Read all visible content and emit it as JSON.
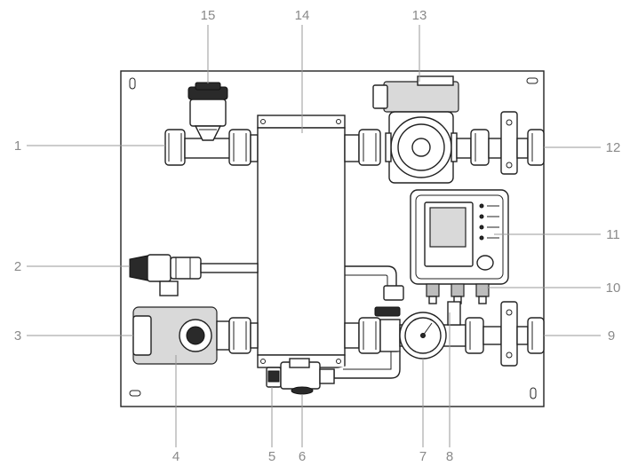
{
  "labels": {
    "l1": "1",
    "l2": "2",
    "l3": "3",
    "l4": "4",
    "l5": "5",
    "l6": "6",
    "l7": "7",
    "l8": "8",
    "l9": "9",
    "l10": "10",
    "l11": "11",
    "l12": "12",
    "l13": "13",
    "l14": "14",
    "l15": "15"
  },
  "colors": {
    "outline": "#222222",
    "leader": "#9a9a9a",
    "label": "#8a8a8a",
    "fill_light": "#d9d9d9",
    "fill_mid": "#bdbdbd"
  }
}
